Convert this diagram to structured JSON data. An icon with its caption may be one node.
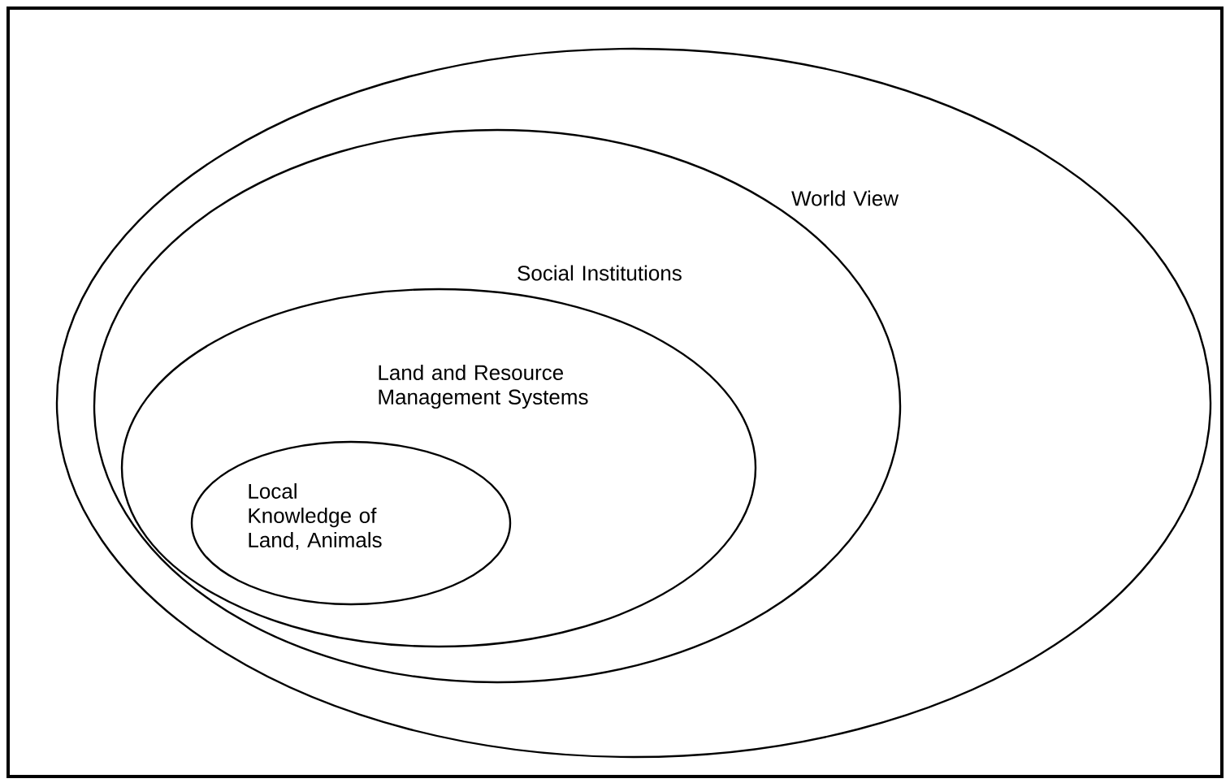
{
  "diagram": {
    "nodes": [
      {
        "text": [
          "World View"
        ]
      },
      {
        "text": [
          "Social Institutions"
        ],
        "in": 0
      },
      {
        "text": [
          "Land and Resource Management Systems"
        ],
        "in": 1
      },
      {
        "text": [
          "Local Knowledge of Land, Animals"
        ],
        "in": 2
      }
    ]
  }
}
